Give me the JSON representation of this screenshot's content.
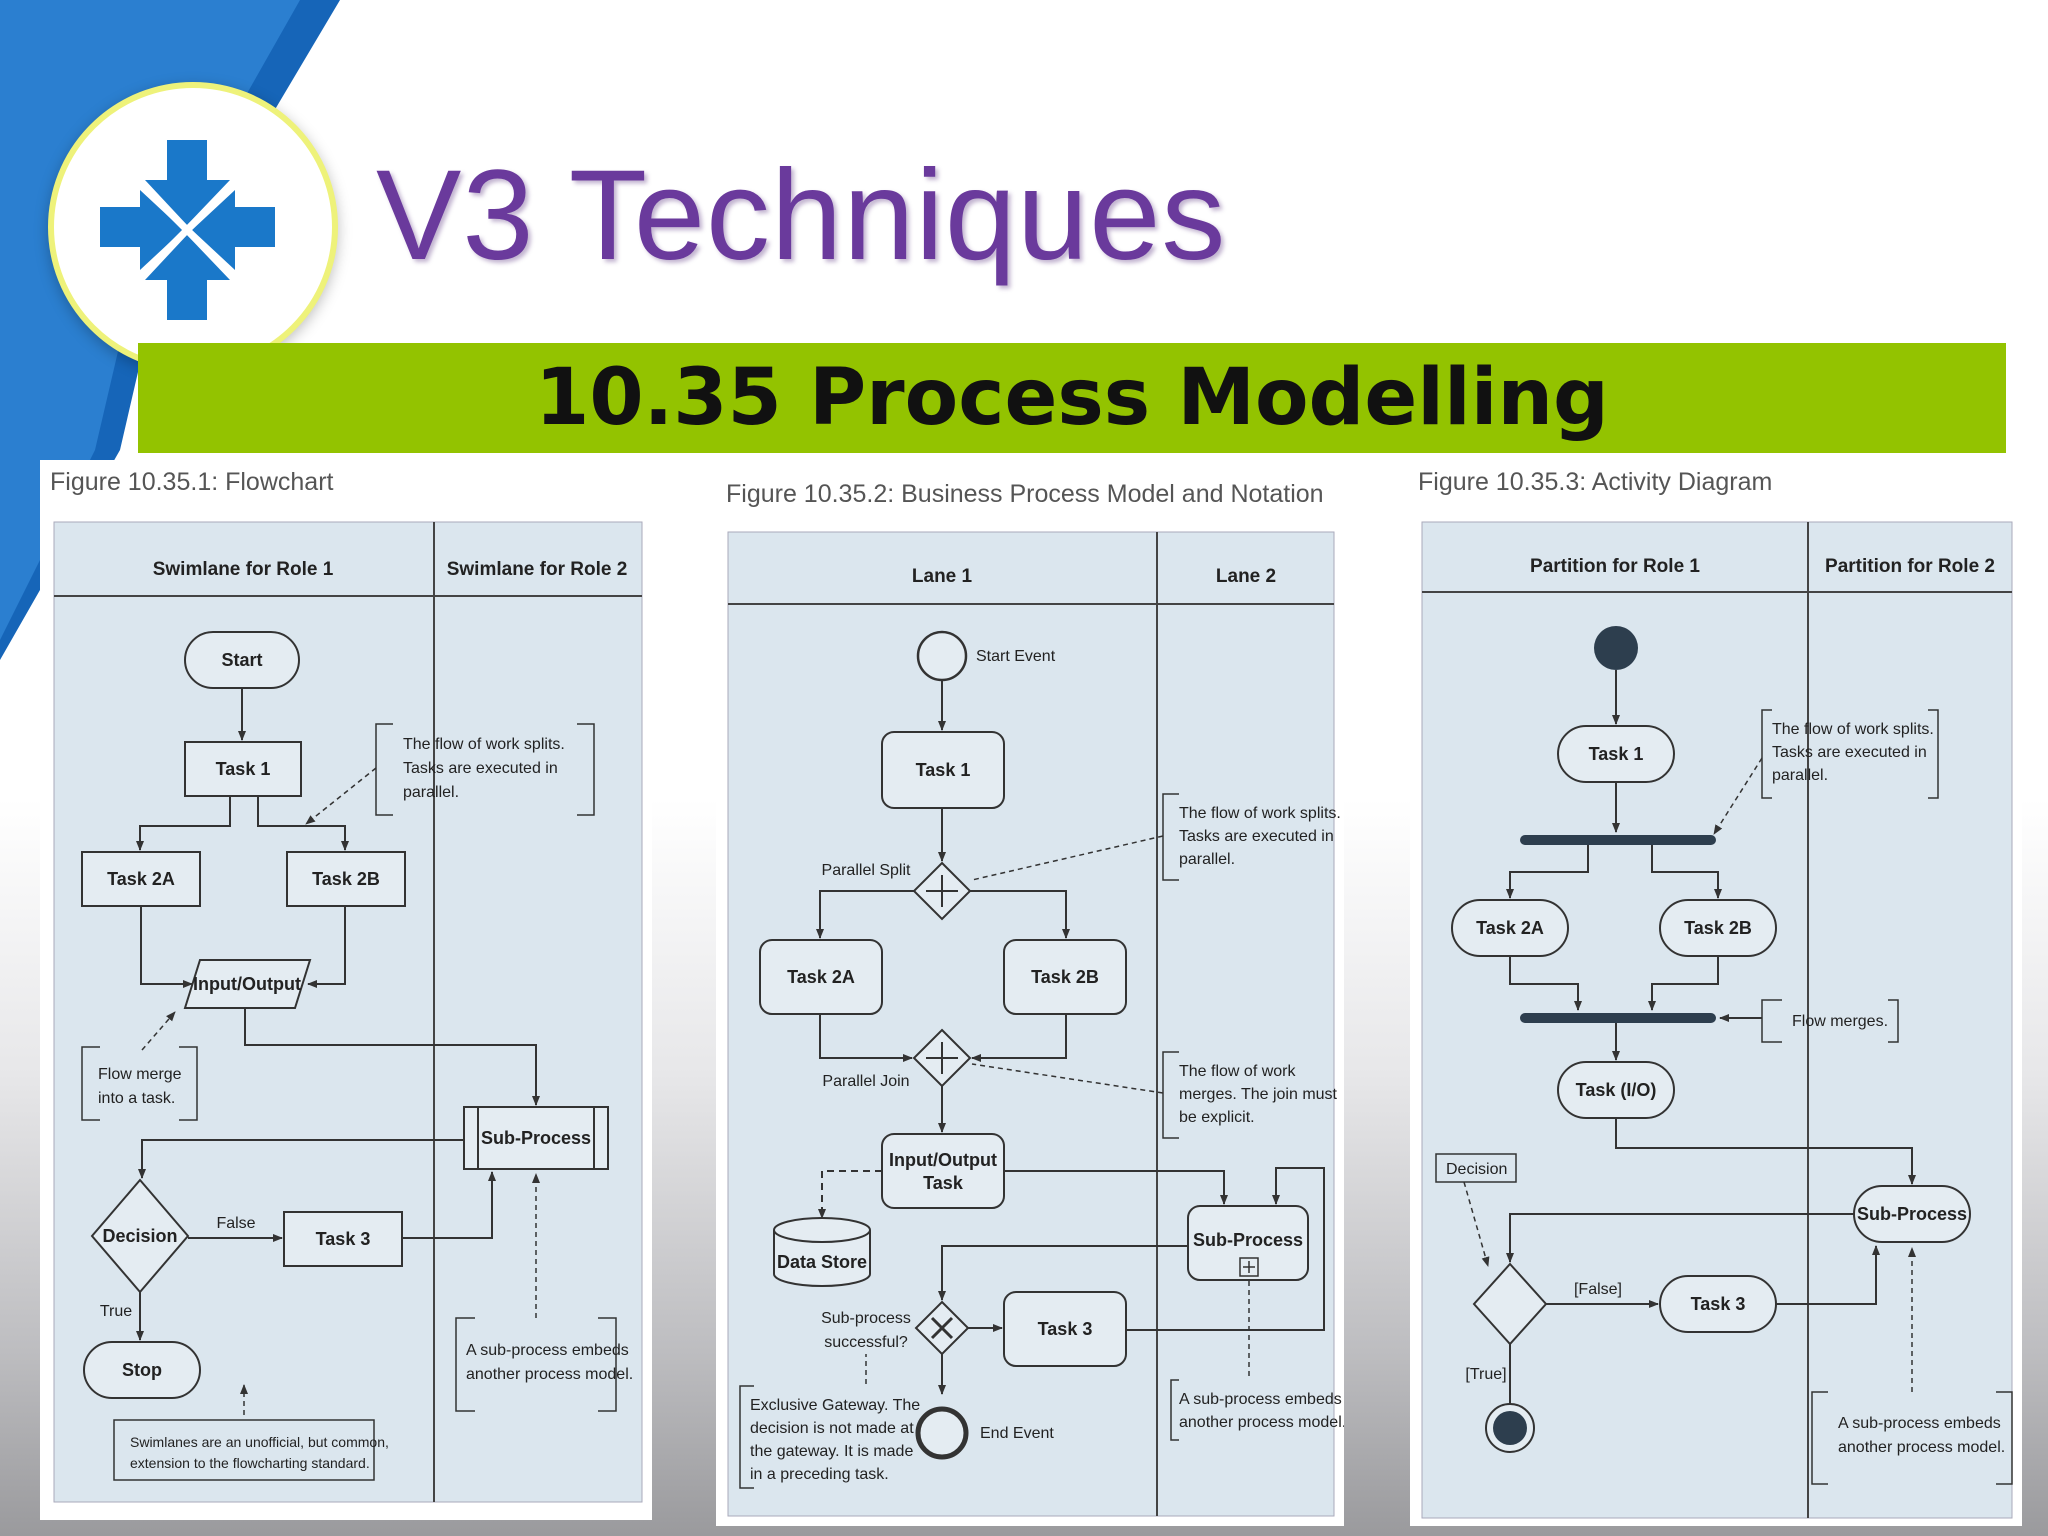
{
  "slide": {
    "title": "V3 Techniques",
    "section_title": "10.35 Process Modelling",
    "logo": "arrows-converging-x-icon"
  },
  "flowchart": {
    "caption": "Figure 10.35.1: Flowchart",
    "lanes": [
      "Swimlane for Role 1",
      "Swimlane for Role 2"
    ],
    "start": "Start",
    "task1": "Task 1",
    "task2a": "Task 2A",
    "task2b": "Task 2B",
    "io": "Input/Output",
    "subprocess": "Sub-Process",
    "decision": "Decision",
    "false_label": "False",
    "true_label": "True",
    "task3": "Task 3",
    "stop": "Stop",
    "note_split": [
      "The flow of work splits.",
      "Tasks are executed in",
      "parallel."
    ],
    "note_merge": [
      "Flow merge",
      "into a task."
    ],
    "note_subprocess": [
      "A sub-process embeds",
      "another process model."
    ],
    "note_swimlanes": [
      "Swimlanes are an unofficial, but common,",
      "extension to the flowcharting standard."
    ]
  },
  "bpmn": {
    "caption": "Figure 10.35.2: Business Process Model and Notation",
    "lanes": [
      "Lane 1",
      "Lane 2"
    ],
    "start_event": "Start Event",
    "task1": "Task 1",
    "parallel_split": "Parallel Split",
    "task2a": "Task 2A",
    "task2b": "Task 2B",
    "parallel_join": "Parallel Join",
    "io_task": [
      "Input/Output",
      "Task"
    ],
    "data_store": "Data Store",
    "subprocess": "Sub-Process",
    "subprocess_question": [
      "Sub-process",
      "successful?"
    ],
    "task3": "Task 3",
    "end_event": "End Event",
    "note_split": [
      "The flow of work splits.",
      "Tasks are executed in",
      "parallel."
    ],
    "note_join": [
      "The flow of work",
      "merges. The join must",
      "be explicit."
    ],
    "note_gateway": [
      "Exclusive Gateway. The",
      "decision is not made at",
      "the gateway. It is made",
      "in a preceding task."
    ],
    "note_subprocess": [
      "A sub-process embeds",
      "another process model."
    ]
  },
  "activity": {
    "caption": "Figure 10.35.3: Activity Diagram",
    "lanes": [
      "Partition for Role 1",
      "Partition for Role 2"
    ],
    "task1": "Task 1",
    "task2a": "Task 2A",
    "task2b": "Task 2B",
    "task_io": "Task (I/O)",
    "subprocess": "Sub-Process",
    "decision": "Decision",
    "false_label": "[False]",
    "true_label": "[True]",
    "task3": "Task 3",
    "note_split": [
      "The flow of work splits.",
      "Tasks are executed in",
      "parallel."
    ],
    "note_merge": "Flow merges.",
    "note_subprocess": [
      "A sub-process embeds",
      "another process model."
    ]
  }
}
